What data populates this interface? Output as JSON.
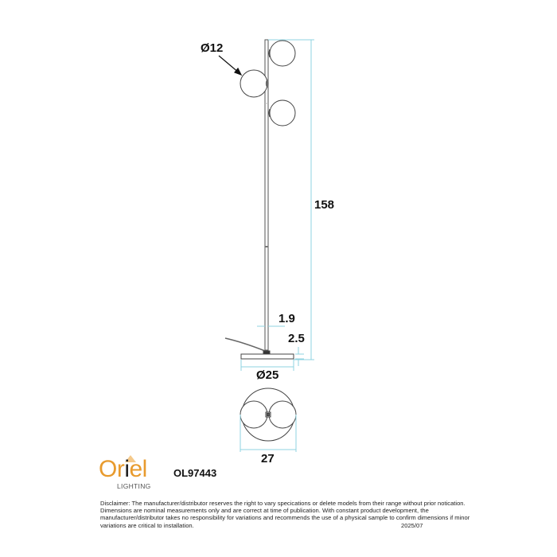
{
  "drawing": {
    "product_code": "OL97443",
    "dimensions": {
      "globe_diameter": "Ø12",
      "height": "158",
      "pole_diameter": "1.9",
      "base_height": "2.5",
      "base_diameter": "Ø25",
      "top_view_width": "27"
    },
    "colors": {
      "line": "#333333",
      "dimension_line": "#8fd3e0",
      "logo_orange": "#e89b2e"
    }
  },
  "brand": {
    "name_part1": "Or",
    "name_part2": "i",
    "name_part3": "el",
    "tagline": "LIGHTING"
  },
  "footer": {
    "disclaimer_lines": [
      "Disclaimer: The manufacturer/distributor reserves the right to vary specications or delete models from their range without prior notication.",
      "Dimensions are nominal measurements only and are correct at time of publication. With constant product development, the",
      "manufacturer/distributor takes no responsibility for variations and recommends the use of a physical sample to confirm dimensions if minor",
      "variations are critical to installation."
    ],
    "date": "2025/07"
  }
}
